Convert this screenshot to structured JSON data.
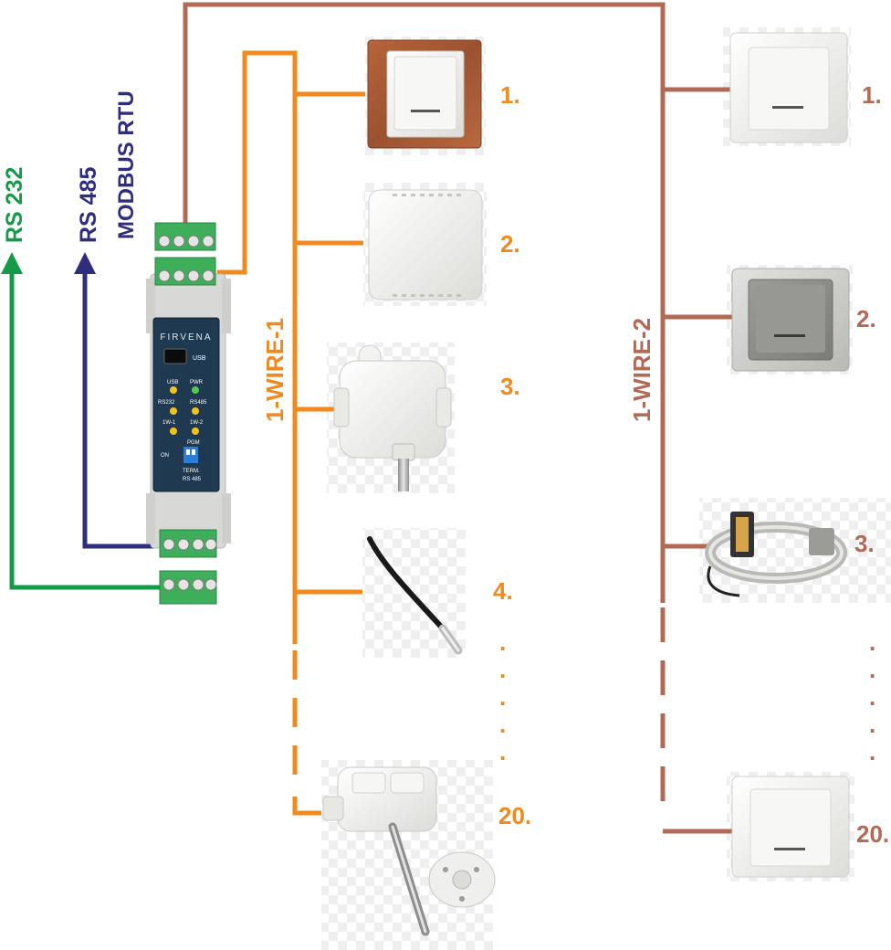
{
  "interfaces": {
    "rs232": "RS 232",
    "rs485": "RS 485",
    "modbus": "MODBUS RTU"
  },
  "buses": {
    "wire1": "1-WIRE-1",
    "wire2": "1-WIRE-2"
  },
  "module": {
    "brand": "FIRVENA",
    "usb": "USB",
    "usb_led": "USB",
    "pwr": "PWR",
    "rs232": "RS232",
    "rs485": "RS485",
    "w1": "1W-1",
    "w2": "1W-2",
    "pgm": "PGM",
    "on": "ON",
    "term": "TERM.",
    "term2": "RS 485"
  },
  "wire1_devices": [
    {
      "label": "1.",
      "kind": "wall-switch-wood"
    },
    {
      "label": "2.",
      "kind": "room-sensor"
    },
    {
      "label": "3.",
      "kind": "box-sensor-probe"
    },
    {
      "label": "4.",
      "kind": "cable-probe"
    },
    {
      "label": ".",
      "kind": "dots"
    },
    {
      "label": "20.",
      "kind": "duct-sensor"
    }
  ],
  "wire2_devices": [
    {
      "label": "1.",
      "kind": "wall-switch-white"
    },
    {
      "label": "2.",
      "kind": "wall-switch-grey"
    },
    {
      "label": "3.",
      "kind": "pipe-clamp-sensor"
    },
    {
      "label": "20.",
      "kind": "wall-switch-white"
    }
  ],
  "colors": {
    "orange": "#F08A1E",
    "brown": "#B06A55",
    "green": "#159A48",
    "navy": "#2F2E7E"
  }
}
